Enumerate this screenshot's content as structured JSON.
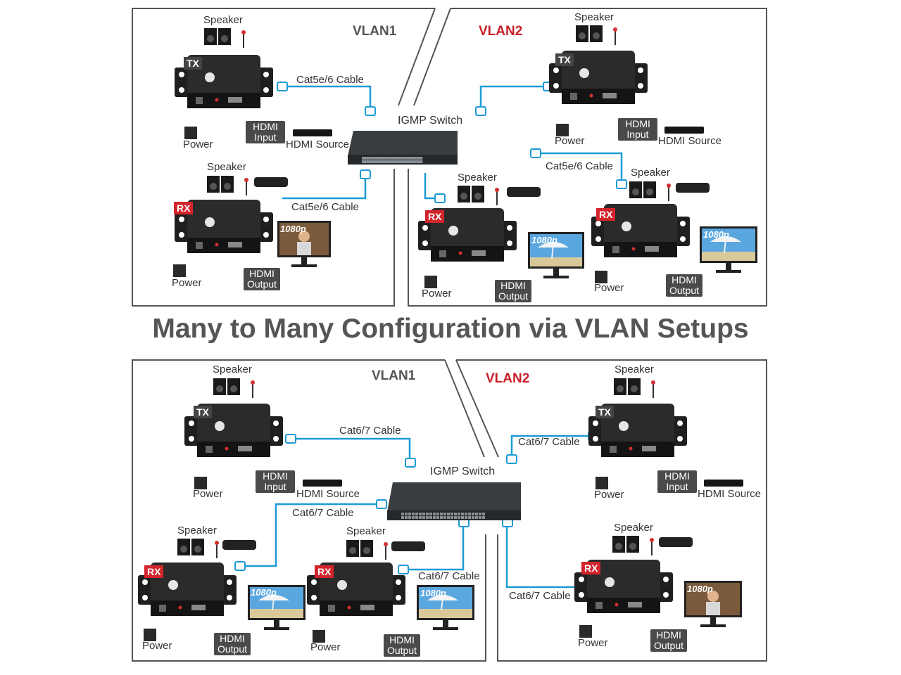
{
  "heading": "Many to Many Configuration via VLAN Setups",
  "labels": {
    "vlan1": "VLAN1",
    "vlan2": "VLAN2",
    "igmp": "IGMP Switch",
    "speaker": "Speaker",
    "power": "Power",
    "tx": "TX",
    "rx": "RX",
    "hdmi_input": "HDMI Input",
    "hdmi_output": "HDMI Output",
    "hdmi_source": "HDMI Source",
    "cat5": "Cat5e/6 Cable",
    "cat6": "Cat6/7 Cable",
    "res": "1080p"
  },
  "colors": {
    "cable": "#1d9ad6",
    "vlan2": "#c8202a",
    "device": "#2b2b2b",
    "frame": "#555555"
  }
}
